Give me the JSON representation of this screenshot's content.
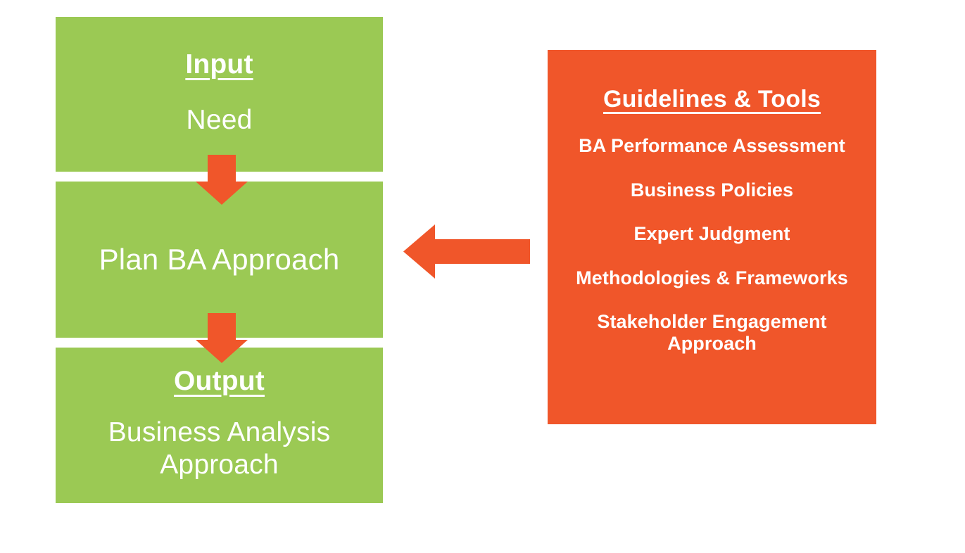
{
  "diagram": {
    "accent_green": "#9BC954",
    "accent_orange": "#F0562A",
    "text_color": "#FFFFFF",
    "background": "#FFFFFF"
  },
  "flow": {
    "input_box": {
      "heading": "Input",
      "value": "Need"
    },
    "task_box": {
      "label": "Plan BA Approach"
    },
    "output_box": {
      "heading": "Output",
      "value": "Business Analysis Approach"
    }
  },
  "guidelines": {
    "title": "Guidelines & Tools",
    "items": [
      "BA Performance Assessment",
      "Business Policies",
      "Expert Judgment",
      "Methodologies & Frameworks",
      "Stakeholder Engagement Approach"
    ]
  },
  "connectors": {
    "input_to_task": "arrow-down",
    "task_to_output": "arrow-down",
    "guidelines_to_task": "arrow-left"
  }
}
